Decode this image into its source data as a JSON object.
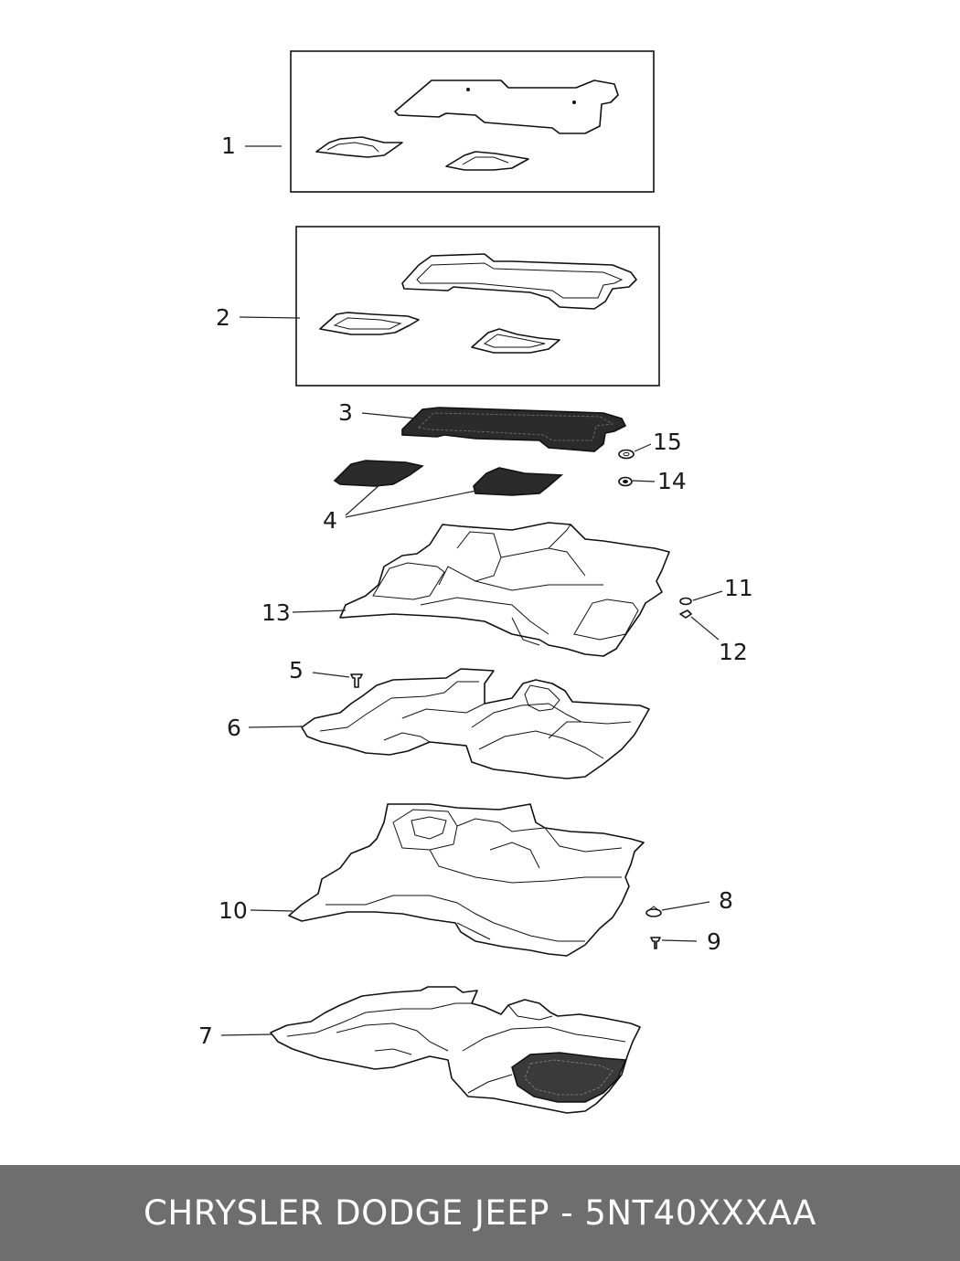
{
  "callouts": {
    "c1": "1",
    "c2": "2",
    "c3": "3",
    "c4": "4",
    "c5": "5",
    "c6": "6",
    "c7": "7",
    "c8": "8",
    "c9": "9",
    "c10": "10",
    "c11": "11",
    "c12": "12",
    "c13": "13",
    "c14": "14",
    "c15": "15"
  },
  "footer": {
    "text": "CHRYSLER DODGE JEEP - 5NT40XXXAA"
  }
}
